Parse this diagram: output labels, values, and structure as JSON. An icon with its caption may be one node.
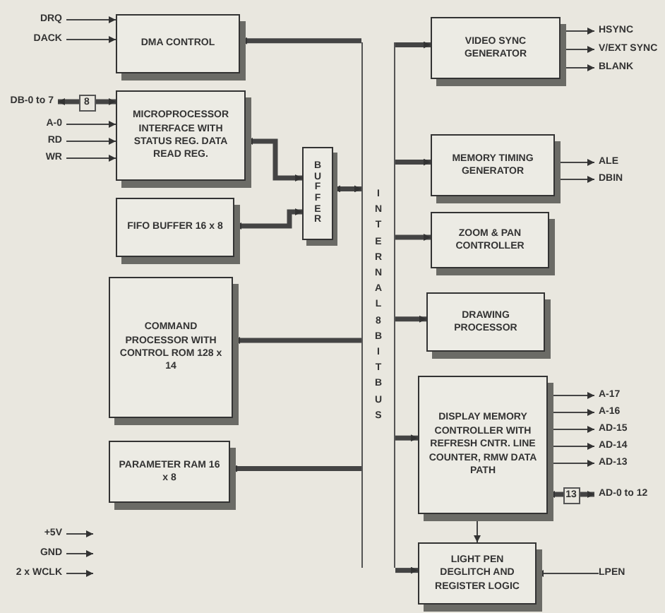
{
  "diagram": {
    "nodes": [
      {
        "text": [
          "DMA CONTROL"
        ]
      },
      {
        "text": [
          "MICROPROCESSOR INTERFACE WITH STATUS REG. DATA READ REG."
        ]
      },
      {
        "text": [
          "FIFO BUFFER 16 x 8"
        ]
      },
      {
        "text": [
          "COMMAND PROCESSOR WITH CONTROL ROM 128 x 14"
        ]
      },
      {
        "text": [
          "PARAMETER RAM 16 x 8"
        ]
      },
      {
        "text": [
          "BUFFER"
        ]
      },
      {
        "text": [
          "INTERNAL 8 BIT BUS"
        ]
      },
      {
        "text": [
          "VIDEO SYNC GENERATOR"
        ]
      },
      {
        "text": [
          "MEMORY TIMING GENERATOR"
        ]
      },
      {
        "text": [
          "ZOOM & PAN CONTROLLER"
        ]
      },
      {
        "text": [
          "DRAWING PROCESSOR"
        ]
      },
      {
        "text": [
          "DISPLAY MEMORY CONTROLLER WITH REFRESH CNTR. LINE COUNTER, RMW DATA PATH"
        ]
      },
      {
        "text": [
          "LIGHT PEN DEGLITCH AND REGISTER LOGIC"
        ]
      },
      {
        "text": [
          "DRQ"
        ]
      },
      {
        "text": [
          "DACK"
        ]
      },
      {
        "text": [
          "DB-0 to 7"
        ]
      },
      {
        "text": [
          "A-0"
        ]
      },
      {
        "text": [
          "RD"
        ]
      },
      {
        "text": [
          "WR"
        ]
      },
      {
        "text": [
          "+5V"
        ]
      },
      {
        "text": [
          "GND"
        ]
      },
      {
        "text": [
          "2 x WCLK"
        ]
      },
      {
        "text": [
          "HSYNC"
        ]
      },
      {
        "text": [
          "V/EXT SYNC"
        ]
      },
      {
        "text": [
          "BLANK"
        ]
      },
      {
        "text": [
          "ALE"
        ]
      },
      {
        "text": [
          "DBIN"
        ]
      },
      {
        "text": [
          "A-17"
        ]
      },
      {
        "text": [
          "A-16"
        ]
      },
      {
        "text": [
          "AD-15"
        ]
      },
      {
        "text": [
          "AD-14"
        ]
      },
      {
        "text": [
          "AD-13"
        ]
      },
      {
        "text": [
          "AD-0 to 12"
        ]
      },
      {
        "text": [
          "LPEN"
        ]
      }
    ],
    "edges": [
      {
        "from": 13,
        "to": 0,
        "arrow": "to"
      },
      {
        "from": 14,
        "to": 0,
        "arrow": "to"
      },
      {
        "from": 15,
        "to": 1,
        "arrow": "both",
        "label": "8",
        "style": "thick"
      },
      {
        "from": 16,
        "to": 1,
        "arrow": "to"
      },
      {
        "from": 17,
        "to": 1,
        "arrow": "to"
      },
      {
        "from": 18,
        "to": 1,
        "arrow": "to"
      },
      {
        "from": 19,
        "to": null,
        "arrow": "to"
      },
      {
        "from": 20,
        "to": null,
        "arrow": "to"
      },
      {
        "from": 21,
        "to": null,
        "arrow": "to"
      },
      {
        "from": 7,
        "to": 22,
        "arrow": "to"
      },
      {
        "from": 7,
        "to": 23,
        "arrow": "to"
      },
      {
        "from": 7,
        "to": 24,
        "arrow": "to"
      },
      {
        "from": 8,
        "to": 25,
        "arrow": "to"
      },
      {
        "from": 8,
        "to": 26,
        "arrow": "to"
      },
      {
        "from": 11,
        "to": 27,
        "arrow": "to"
      },
      {
        "from": 11,
        "to": 28,
        "arrow": "to"
      },
      {
        "from": 11,
        "to": 29,
        "arrow": "to"
      },
      {
        "from": 11,
        "to": 30,
        "arrow": "to"
      },
      {
        "from": 11,
        "to": 31,
        "arrow": "to"
      },
      {
        "from": 11,
        "to": 32,
        "arrow": "both",
        "label": "13",
        "style": "thick"
      },
      {
        "from": 33,
        "to": 12,
        "arrow": "to"
      },
      {
        "from": 6,
        "to": 0,
        "arrow": "to",
        "style": "thick"
      },
      {
        "from": 1,
        "to": 5,
        "arrow": "both",
        "style": "thick"
      },
      {
        "from": 2,
        "to": 5,
        "arrow": "both",
        "style": "thick"
      },
      {
        "from": 5,
        "to": 6,
        "arrow": "both",
        "style": "thick"
      },
      {
        "from": 6,
        "to": 3,
        "arrow": "to",
        "style": "thick"
      },
      {
        "from": 6,
        "to": 4,
        "arrow": "to",
        "style": "thick"
      },
      {
        "from": 6,
        "to": 7,
        "arrow": "to",
        "style": "thick"
      },
      {
        "from": 6,
        "to": 8,
        "arrow": "to",
        "style": "thick"
      },
      {
        "from": 6,
        "to": 9,
        "arrow": "to",
        "style": "thick"
      },
      {
        "from": 6,
        "to": 10,
        "arrow": "to",
        "style": "thick"
      },
      {
        "from": 6,
        "to": 11,
        "arrow": "to",
        "style": "thick"
      },
      {
        "from": 6,
        "to": 12,
        "arrow": "to",
        "style": "thick"
      },
      {
        "from": 11,
        "to": 12,
        "arrow": "both"
      }
    ]
  }
}
